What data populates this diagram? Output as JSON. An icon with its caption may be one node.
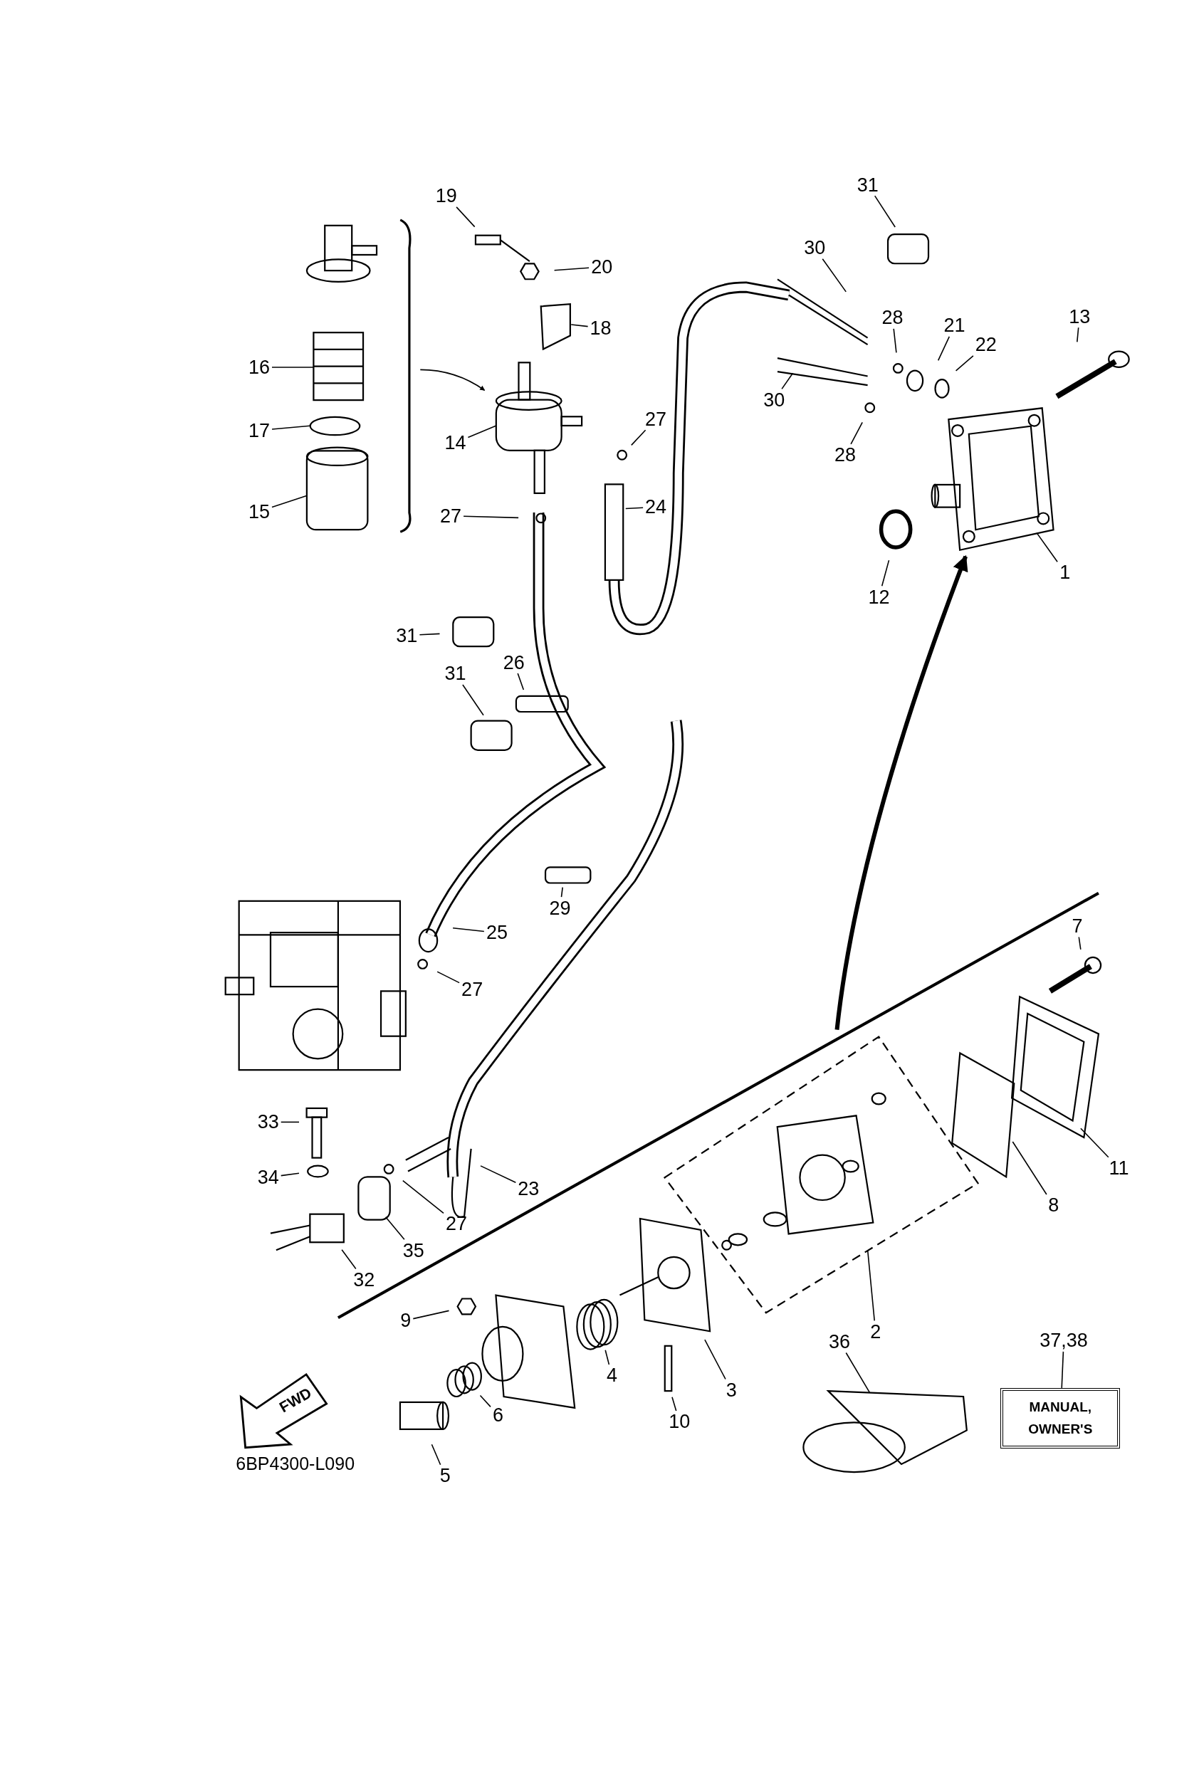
{
  "diagram": {
    "nodes": [
      {
        "text": [],
        "shape": "picture"
      },
      {
        "text": [],
        "shape": "picture"
      },
      {
        "text": [],
        "shape": "picture"
      },
      {
        "text": [],
        "shape": "picture"
      },
      {
        "text": [
          "MANUAL, OWNER'S"
        ]
      },
      {
        "text": [
          "19"
        ]
      },
      {
        "text": [
          "20"
        ]
      },
      {
        "text": [
          "18"
        ]
      },
      {
        "text": [
          "16"
        ]
      },
      {
        "text": [
          "17"
        ]
      },
      {
        "text": [
          "14"
        ]
      },
      {
        "text": [
          "15"
        ]
      },
      {
        "text": [
          "27"
        ]
      },
      {
        "text": [
          "27"
        ]
      },
      {
        "text": [
          "24"
        ]
      },
      {
        "text": [
          "31"
        ]
      },
      {
        "text": [
          "30"
        ]
      },
      {
        "text": [
          "30"
        ]
      },
      {
        "text": [
          "28"
        ]
      },
      {
        "text": [
          "21"
        ]
      },
      {
        "text": [
          "22"
        ]
      },
      {
        "text": [
          "28"
        ]
      },
      {
        "text": [
          "13"
        ]
      },
      {
        "text": [
          "12"
        ]
      },
      {
        "text": [
          "1"
        ]
      },
      {
        "text": [
          "31"
        ]
      },
      {
        "text": [
          "26"
        ]
      },
      {
        "text": [
          "31"
        ]
      },
      {
        "text": [
          "29"
        ]
      },
      {
        "text": [
          "25"
        ]
      },
      {
        "text": [
          "27"
        ]
      },
      {
        "text": [
          "7"
        ]
      },
      {
        "text": [
          "33"
        ]
      },
      {
        "text": [
          "34"
        ]
      },
      {
        "text": [
          "23"
        ]
      },
      {
        "text": [
          "27"
        ]
      },
      {
        "text": [
          "35"
        ]
      },
      {
        "text": [
          "32"
        ]
      },
      {
        "text": [
          "8"
        ]
      },
      {
        "text": [
          "11"
        ]
      },
      {
        "text": [
          "9"
        ]
      },
      {
        "text": [
          "2"
        ]
      },
      {
        "text": [
          "4"
        ]
      },
      {
        "text": [
          "3"
        ]
      },
      {
        "text": [
          "10"
        ]
      },
      {
        "text": [
          "6"
        ]
      },
      {
        "text": [
          "5"
        ]
      },
      {
        "text": [
          "36"
        ]
      },
      {
        "text": [
          "37,38"
        ]
      }
    ],
    "edges": [
      {
        "from": 3,
        "to": 0,
        "arrow": "to",
        "style": "thick"
      },
      {
        "from": 1,
        "to": 2,
        "arrow": "to"
      },
      {
        "from": 5,
        "to": null,
        "arrow": "none"
      },
      {
        "from": 6,
        "to": null,
        "arrow": "none"
      },
      {
        "from": 7,
        "to": null,
        "arrow": "none"
      },
      {
        "from": 8,
        "to": 1,
        "arrow": "none"
      },
      {
        "from": 9,
        "to": 1,
        "arrow": "none"
      },
      {
        "from": 10,
        "to": 2,
        "arrow": "none"
      },
      {
        "from": 11,
        "to": 1,
        "arrow": "none"
      },
      {
        "from": 12,
        "to": null,
        "arrow": "none"
      },
      {
        "from": 13,
        "to": null,
        "arrow": "none"
      },
      {
        "from": 14,
        "to": null,
        "arrow": "none"
      },
      {
        "from": 15,
        "to": null,
        "arrow": "none"
      },
      {
        "from": 16,
        "to": null,
        "arrow": "none"
      },
      {
        "from": 17,
        "to": null,
        "arrow": "none"
      },
      {
        "from": 18,
        "to": null,
        "arrow": "none"
      },
      {
        "from": 19,
        "to": null,
        "arrow": "none"
      },
      {
        "from": 20,
        "to": null,
        "arrow": "none"
      },
      {
        "from": 21,
        "to": null,
        "arrow": "none"
      },
      {
        "from": 22,
        "to": null,
        "arrow": "none"
      },
      {
        "from": 23,
        "to": null,
        "arrow": "none"
      },
      {
        "from": 24,
        "to": 0,
        "arrow": "none"
      },
      {
        "from": 25,
        "to": null,
        "arrow": "none"
      },
      {
        "from": 26,
        "to": null,
        "arrow": "none"
      },
      {
        "from": 27,
        "to": null,
        "arrow": "none"
      },
      {
        "from": 28,
        "to": null,
        "arrow": "none"
      },
      {
        "from": 29,
        "to": null,
        "arrow": "none"
      },
      {
        "from": 30,
        "to": null,
        "arrow": "none"
      },
      {
        "from": 31,
        "to": null,
        "arrow": "none"
      },
      {
        "from": 32,
        "to": null,
        "arrow": "none"
      },
      {
        "from": 33,
        "to": null,
        "arrow": "none"
      },
      {
        "from": 34,
        "to": null,
        "arrow": "none"
      },
      {
        "from": 35,
        "to": null,
        "arrow": "none"
      },
      {
        "from": 36,
        "to": null,
        "arrow": "none"
      },
      {
        "from": 37,
        "to": null,
        "arrow": "none"
      },
      {
        "from": 38,
        "to": null,
        "arrow": "none"
      },
      {
        "from": 39,
        "to": null,
        "arrow": "none"
      },
      {
        "from": 40,
        "to": null,
        "arrow": "none"
      },
      {
        "from": 41,
        "to": 3,
        "arrow": "none"
      },
      {
        "from": 42,
        "to": null,
        "arrow": "none"
      },
      {
        "from": 43,
        "to": null,
        "arrow": "none"
      },
      {
        "from": 44,
        "to": null,
        "arrow": "none"
      },
      {
        "from": 45,
        "to": null,
        "arrow": "none"
      },
      {
        "from": 46,
        "to": null,
        "arrow": "none"
      },
      {
        "from": 47,
        "to": null,
        "arrow": "none"
      },
      {
        "from": 48,
        "to": 4,
        "arrow": "none"
      }
    ],
    "labels": [
      "FWD",
      "6BP4300-L090"
    ]
  }
}
